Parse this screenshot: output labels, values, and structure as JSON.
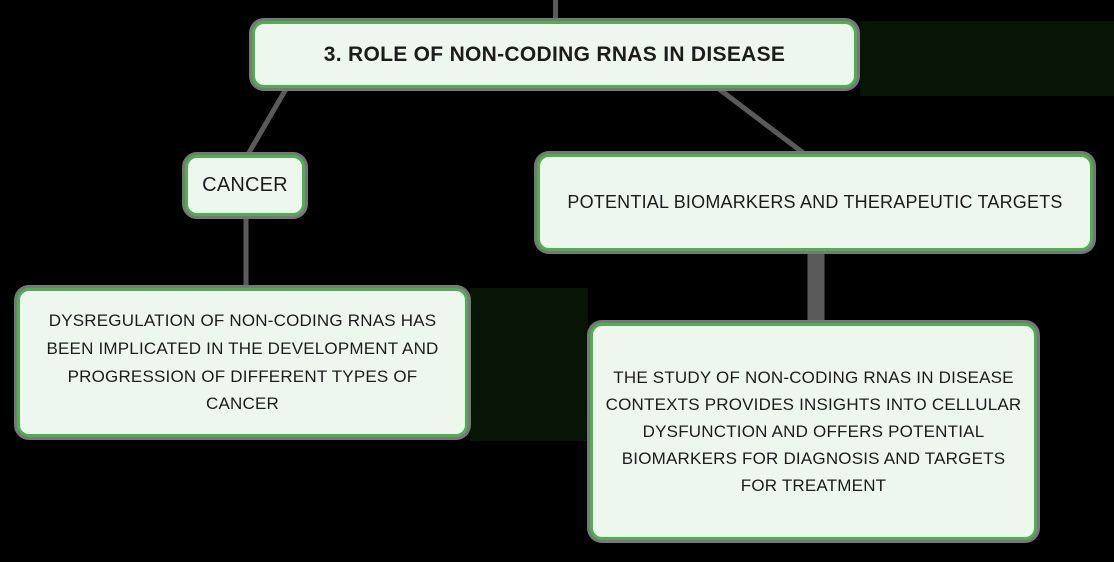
{
  "diagram": {
    "root": {
      "label": "3. ROLE OF NON-CODING RNAS IN DISEASE"
    },
    "branches": [
      {
        "topic": "CANCER",
        "detail": "DYSREGULATION OF NON-CODING RNAS HAS BEEN IMPLICATED IN THE DEVELOPMENT AND PROGRESSION OF DIFFERENT TYPES OF CANCER"
      },
      {
        "topic": "POTENTIAL BIOMARKERS AND THERAPEUTIC TARGETS",
        "detail": "THE STUDY OF NON-CODING RNAS IN DISEASE CONTEXTS PROVIDES INSIGHTS INTO CELLULAR DYSFUNCTION AND OFFERS POTENTIAL BIOMARKERS FOR DIAGNOSIS AND TARGETS FOR TREATMENT"
      }
    ],
    "colors": {
      "background": "#000000",
      "node_fill": "#eef7ee",
      "node_border": "#4caf50",
      "node_halo": "#777777",
      "connector": "#5a5a5a",
      "text": "#1c1c1c",
      "tint_band": "#081405"
    }
  }
}
